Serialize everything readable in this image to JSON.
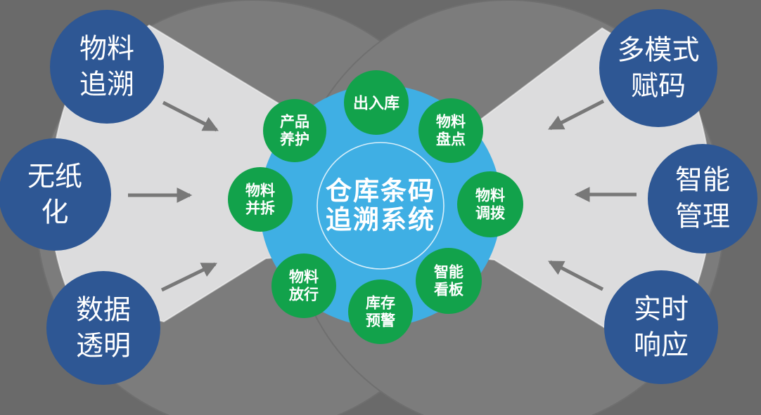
{
  "diagram_title": "仓库条码追溯系统",
  "hub": {
    "lines": [
      "仓库条码",
      "追溯系统"
    ]
  },
  "modules": [
    {
      "id": "inbound-outbound",
      "lines": [
        "出入库"
      ]
    },
    {
      "id": "material-stocktaking",
      "lines": [
        "物料",
        "盘点"
      ]
    },
    {
      "id": "material-allocation",
      "lines": [
        "物料",
        "调拨"
      ]
    },
    {
      "id": "smart-kanban",
      "lines": [
        "智能",
        "看板"
      ]
    },
    {
      "id": "stock-alert",
      "lines": [
        "库存",
        "预警"
      ]
    },
    {
      "id": "material-release",
      "lines": [
        "物料",
        "放行"
      ]
    },
    {
      "id": "material-merge-split",
      "lines": [
        "物料",
        "并拆"
      ]
    },
    {
      "id": "product-maintenance",
      "lines": [
        "产品",
        "养护"
      ]
    }
  ],
  "benefits_left": [
    {
      "id": "material-tracing",
      "lines": [
        "物料",
        "追溯"
      ]
    },
    {
      "id": "paperless",
      "lines": [
        "无纸",
        "化"
      ]
    },
    {
      "id": "data-transparency",
      "lines": [
        "数据",
        "透明"
      ]
    }
  ],
  "benefits_right": [
    {
      "id": "multi-mode-coding",
      "lines": [
        "多模式",
        "赋码"
      ]
    },
    {
      "id": "smart-management",
      "lines": [
        "智能",
        "管理"
      ]
    },
    {
      "id": "real-time-response",
      "lines": [
        "实时",
        "响应"
      ]
    }
  ],
  "colors": {
    "background": "#6A6A6A",
    "backdrop_circle_fill": "#7C7C7C",
    "backdrop_circle_stroke": "#6F6F6F",
    "funnel": "#DCDCDD",
    "hub_blue": "#3FAFE4",
    "hub_ring": "#FFFFFF",
    "module_green": "#12A24B",
    "benefit_navy": "#2E5794",
    "arrow_gray": "#787878",
    "label_text": "#FFFFFF"
  }
}
